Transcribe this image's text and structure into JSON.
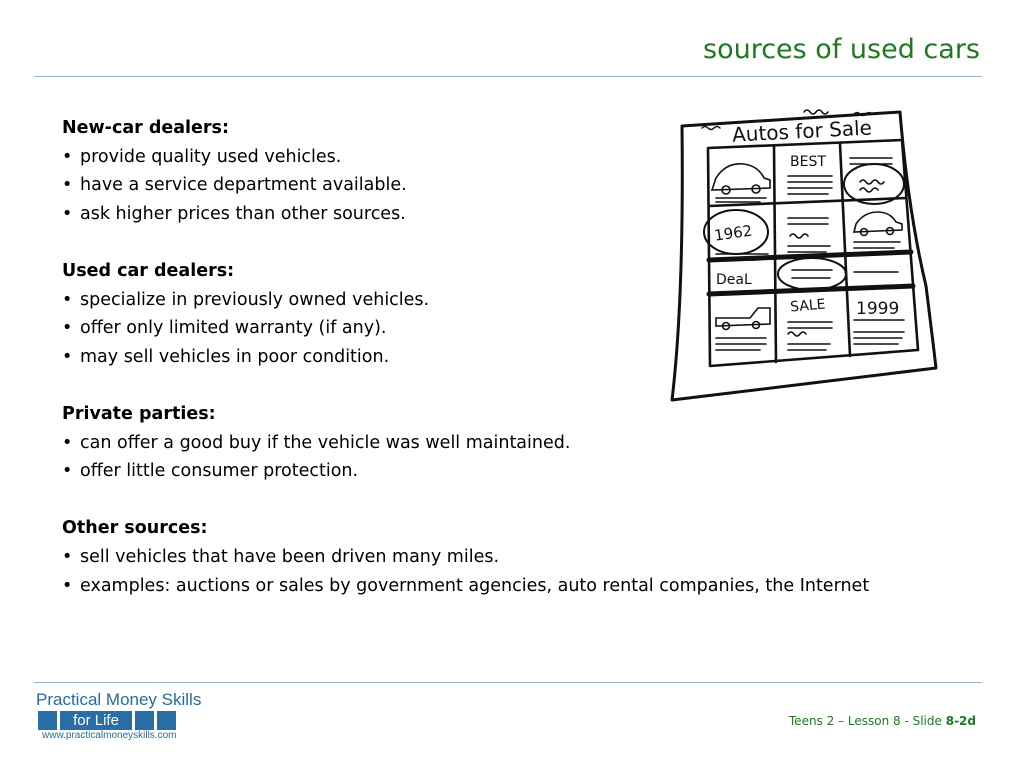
{
  "slide": {
    "title": "sources of used cars"
  },
  "sections": [
    {
      "heading": "New-car dealers:",
      "bullets": [
        "provide quality used vehicles.",
        "have a service department available.",
        "ask higher prices than other sources."
      ]
    },
    {
      "heading": "Used car dealers:",
      "bullets": [
        "specialize in previously owned vehicles.",
        "offer only limited warranty (if any).",
        "may sell vehicles in poor condition."
      ]
    },
    {
      "heading": "Private parties:",
      "bullets": [
        "can offer a good buy if the vehicle was well maintained.",
        "offer little consumer protection."
      ]
    },
    {
      "heading": "Other sources:",
      "bullets": [
        "sell vehicles that have been driven many miles.",
        "examples: auctions or sales by government agencies, auto rental companies, the Internet"
      ]
    }
  ],
  "bullet_glyph": "•",
  "illustration": {
    "headline": "Autos for Sale",
    "labels": {
      "best": "BEST",
      "year1": "1962",
      "deal": "DeaL",
      "sale": "SALE",
      "year2": "1999"
    }
  },
  "logo": {
    "brand": "Practical Money Skills",
    "tagline": "for Life",
    "url": "www.practicalmoneyskills.com",
    "color": "#2a6ea8"
  },
  "footer": {
    "text": "Teens 2 – Lesson 8 - Slide",
    "slide_number": "8-2d"
  },
  "colors": {
    "title": "#1f7a1f",
    "rule": "#8fb6cc"
  }
}
